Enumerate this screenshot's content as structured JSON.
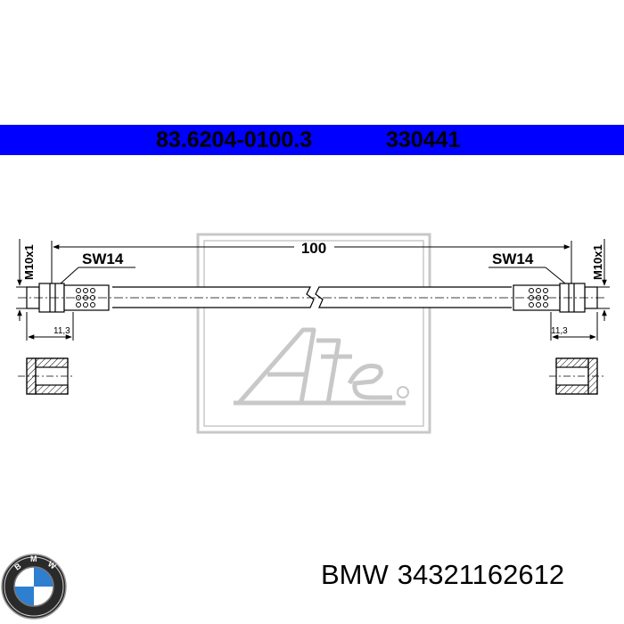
{
  "header": {
    "part_number": "83.6204-0100.3",
    "catalog_number": "330441",
    "color": "#0000ff"
  },
  "drawing": {
    "length_label": "100",
    "left_thread_label": "M10x1",
    "right_thread_label": "M10x1",
    "left_wrench_label": "SW14",
    "right_wrench_label": "SW14",
    "left_offset_label": "11,3",
    "right_offset_label": "11,3",
    "watermark_icon": "ate-logo"
  },
  "footer": {
    "brand": "BMW",
    "oem_number": "34321162612",
    "logo_icon": "bmw-logo"
  }
}
